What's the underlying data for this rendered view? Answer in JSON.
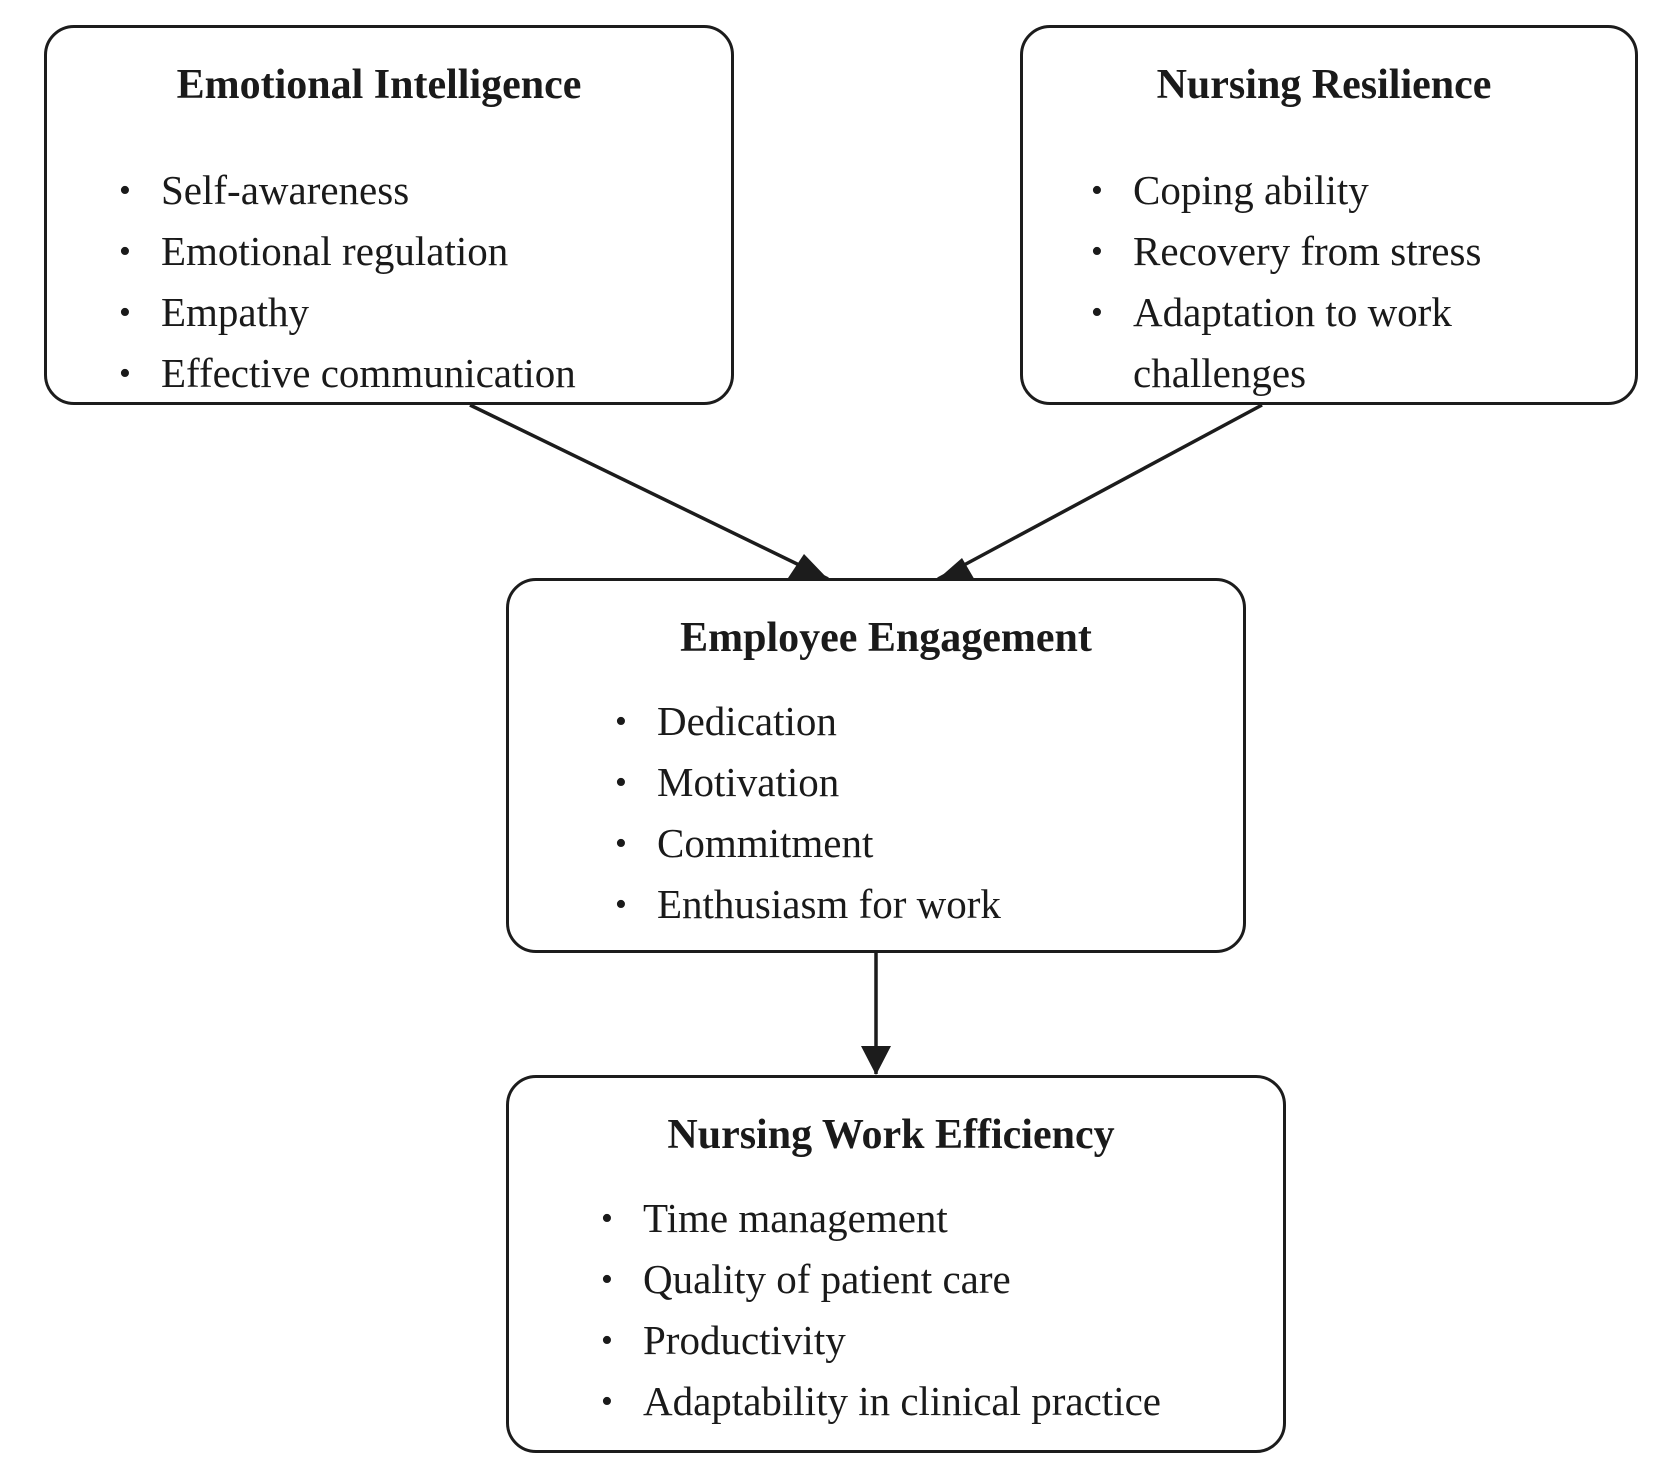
{
  "boxes": {
    "emotional_intelligence": {
      "title": "Emotional Intelligence",
      "items": [
        "Self-awareness",
        "Emotional regulation",
        "Empathy",
        "Effective communication"
      ]
    },
    "nursing_resilience": {
      "title": "Nursing Resilience",
      "items": [
        "Coping ability",
        "Recovery from stress",
        "Adaptation to work challenges"
      ]
    },
    "employee_engagement": {
      "title": "Employee Engagement",
      "items": [
        "Dedication",
        "Motivation",
        "Commitment",
        "Enthusiasm for work"
      ]
    },
    "nursing_work_efficiency": {
      "title": "Nursing Work Efficiency",
      "items": [
        "Time management",
        "Quality of patient care",
        "Productivity",
        "Adaptability in clinical practice"
      ]
    }
  },
  "bullet_char": "•",
  "edges": [
    {
      "from": "Emotional Intelligence",
      "to": "Employee Engagement"
    },
    {
      "from": "Nursing Resilience",
      "to": "Employee Engagement"
    },
    {
      "from": "Employee Engagement",
      "to": "Nursing Work Efficiency"
    }
  ],
  "colors": {
    "stroke": "#1c1c1c",
    "background": "#ffffff"
  }
}
